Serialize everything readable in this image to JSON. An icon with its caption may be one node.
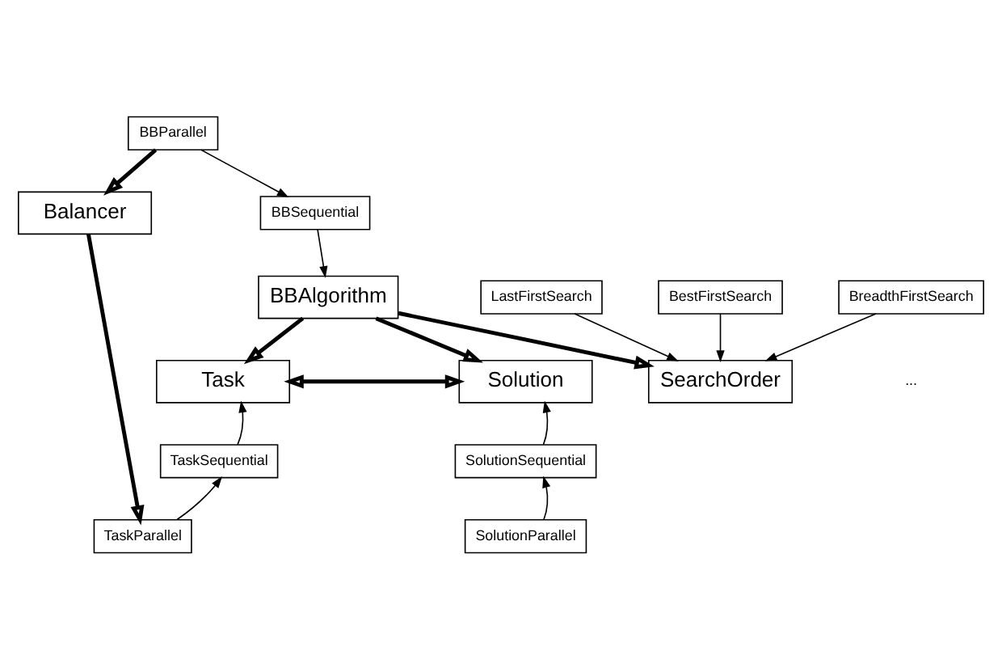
{
  "diagram": {
    "nodes": [
      {
        "text": [
          "BBParallel"
        ]
      },
      {
        "text": [
          "BBSequential"
        ]
      },
      {
        "text": [
          "Balancer"
        ]
      },
      {
        "text": [
          "BBAlgorithm"
        ]
      },
      {
        "text": [
          "SearchOrder"
        ]
      },
      {
        "text": [
          "BestFirstSearch"
        ]
      },
      {
        "text": [
          "LastFirstSearch"
        ]
      },
      {
        "text": [
          "BreadthFirstSearch"
        ]
      },
      {
        "text": [
          "Task"
        ]
      },
      {
        "text": [
          "Solution"
        ]
      },
      {
        "text": [
          "TaskSequential"
        ]
      },
      {
        "text": [
          "SolutionSequential"
        ]
      },
      {
        "text": [
          "TaskParallel"
        ]
      },
      {
        "text": [
          "SolutionParallel"
        ]
      }
    ],
    "edges": [
      {
        "from": 0,
        "to": 1,
        "arrow": "to"
      },
      {
        "from": 0,
        "to": 2,
        "arrow": "to",
        "style": "thick"
      },
      {
        "from": 1,
        "to": 3,
        "arrow": "to"
      },
      {
        "from": 3,
        "to": 4,
        "arrow": "to",
        "style": "thick"
      },
      {
        "from": 5,
        "to": 4,
        "arrow": "to"
      },
      {
        "from": 6,
        "to": 4,
        "arrow": "to"
      },
      {
        "from": 7,
        "to": 4,
        "arrow": "to"
      },
      {
        "from": 3,
        "to": 8,
        "arrow": "to",
        "style": "thick"
      },
      {
        "from": 3,
        "to": 9,
        "arrow": "to",
        "style": "thick"
      },
      {
        "from": 8,
        "to": 9,
        "arrow": "both",
        "style": "thick"
      },
      {
        "from": 10,
        "to": 8,
        "arrow": "to"
      },
      {
        "from": 11,
        "to": 9,
        "arrow": "to"
      },
      {
        "from": 12,
        "to": 10,
        "arrow": "to"
      },
      {
        "from": 13,
        "to": 11,
        "arrow": "to"
      },
      {
        "from": 2,
        "to": 12,
        "arrow": "to",
        "style": "thick"
      }
    ],
    "labels": [
      "..."
    ]
  }
}
